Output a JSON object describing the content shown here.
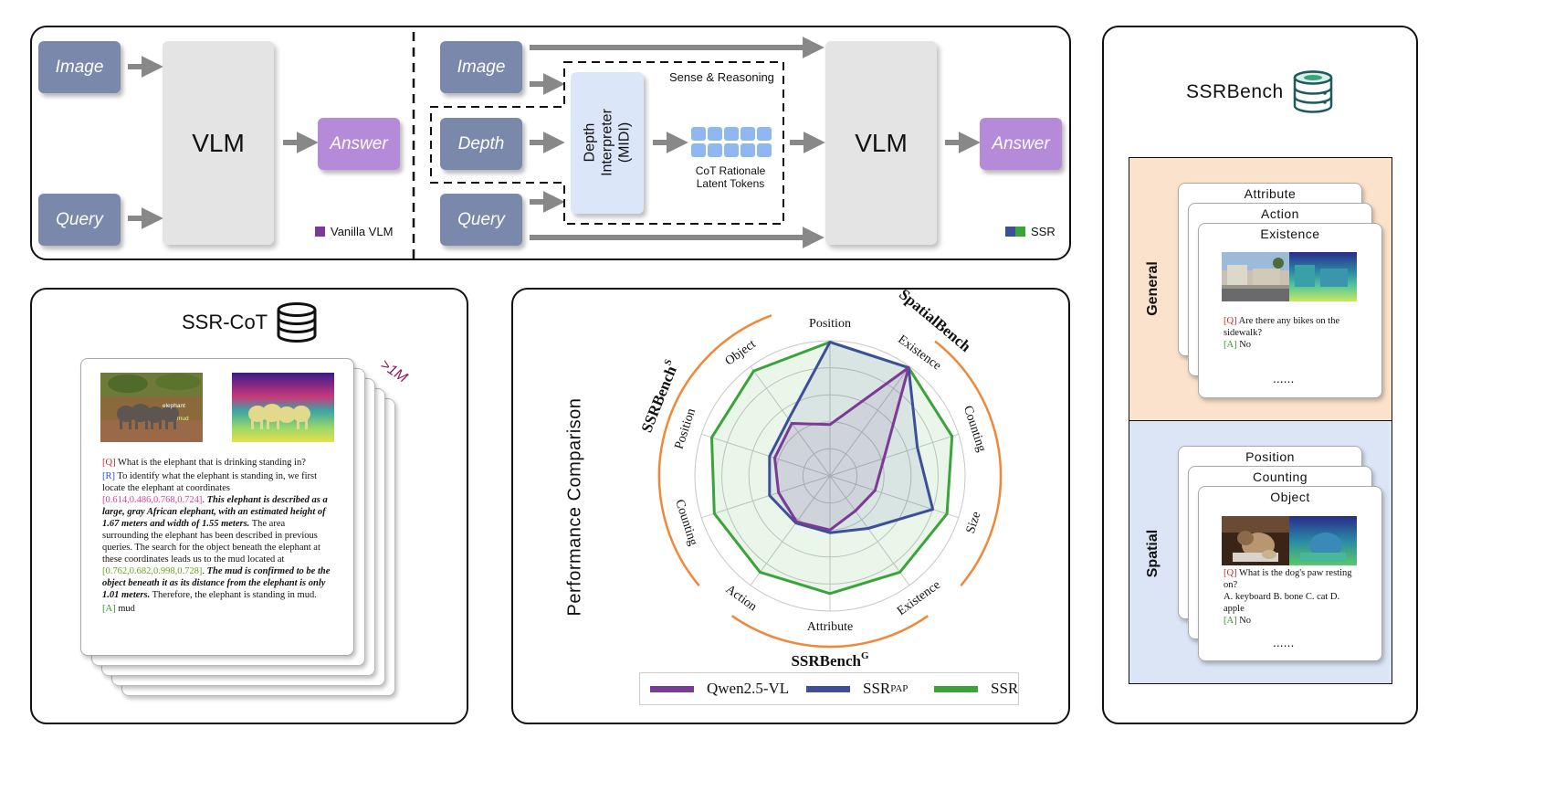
{
  "top": {
    "image_label": "Image",
    "query_label": "Query",
    "depth_label": "Depth",
    "vlm_label": "VLM",
    "answer_label": "Answer",
    "vanilla_legend": "Vanilla VLM",
    "ssr_legend": "SSR",
    "sense_reasoning": "Sense & Reasoning",
    "midi_line1": "Depth",
    "midi_line2": "Interpreter",
    "midi_line3": "(MIDI)",
    "tokens_line1": "CoT Rationale",
    "tokens_line2": "Latent Tokens"
  },
  "cot": {
    "title": "SSR-CoT",
    "count": ">1M",
    "image_labels": [
      "elephant",
      "mud"
    ],
    "q_tag": "[Q]",
    "question": " What is the elephant that is drinking standing in?",
    "r_tag": "[R]",
    "r1": " To identify what the elephant is standing in, we first locate the elephant at coordinates ",
    "coord1": "[0.614,0.486,0.768,0.724]",
    "r2": ". ",
    "r3": "This elephant is described as a large, gray African elephant, with an estimated height of 1.67 meters and width of 1.55 meters.",
    "r4": " The area surrounding the elephant has been described in previous queries. The search for the object beneath the elephant at these coordinates leads us to the mud located at ",
    "coord2": "[0.762,0.682,0.998,0.728]",
    "r5": ". ",
    "r6": "The mud is confirmed to be the object beneath it as its distance from the elephant is only 1.01 meters.",
    "r7": " Therefore, the elephant is standing in mud.",
    "a_tag": "[A]",
    "answer": " mud"
  },
  "perf": {
    "side_title": "Performance Comparison",
    "colors": {
      "qwen": "#7b3a96",
      "pap": "#3e4f9a",
      "ssr": "#3aa33a",
      "arc": "#f0883a"
    },
    "group_spatial": "SpatialBench",
    "group_ssrs": "SSRBench",
    "group_ssrs_sup": "S",
    "group_ssrg": "SSRBench",
    "group_ssrg_sup": "G",
    "legend": [
      {
        "name": "Qwen2.5-VL",
        "sub": ""
      },
      {
        "name": "SSR",
        "sub": "PAP"
      },
      {
        "name": "SSR",
        "sub": ""
      }
    ]
  },
  "chart_data": {
    "type": "radar",
    "axes": [
      "Position",
      "Existence",
      "Counting",
      "Size",
      "Existence",
      "Attribute",
      "Action",
      "Counting",
      "Position",
      "Object"
    ],
    "series": [
      {
        "name": "Qwen2.5-VL",
        "values": [
          0.38,
          0.99,
          0.42,
          0.35,
          0.32,
          0.4,
          0.42,
          0.4,
          0.43,
          0.48
        ]
      },
      {
        "name": "SSR_PAP",
        "values": [
          0.99,
          0.99,
          0.68,
          0.8,
          0.48,
          0.42,
          0.43,
          0.47,
          0.47,
          0.52
        ]
      },
      {
        "name": "SSR",
        "values": [
          0.99,
          0.99,
          0.95,
          0.91,
          0.88,
          0.87,
          0.88,
          0.9,
          0.92,
          0.96
        ]
      }
    ],
    "rmax": 1
  },
  "bench": {
    "title": "SSRBench",
    "general_label": "General",
    "spatial_label": "Spatial",
    "general_cards": [
      "Attribute",
      "Action",
      "Existence"
    ],
    "general_q_tag": "[Q]",
    "general_q": " Are there any bikes on the sidewalk?",
    "general_a_tag": "[A]",
    "general_a": " No",
    "spatial_cards": [
      "Position",
      "Counting",
      "Object"
    ],
    "spatial_q_tag": "[Q]",
    "spatial_q": " What is the dog's paw resting on?",
    "spatial_opts": "A. keyboard B. bone C. cat D. apple",
    "spatial_a_tag": "[A]",
    "spatial_a": " No",
    "ellipsis": "......"
  }
}
